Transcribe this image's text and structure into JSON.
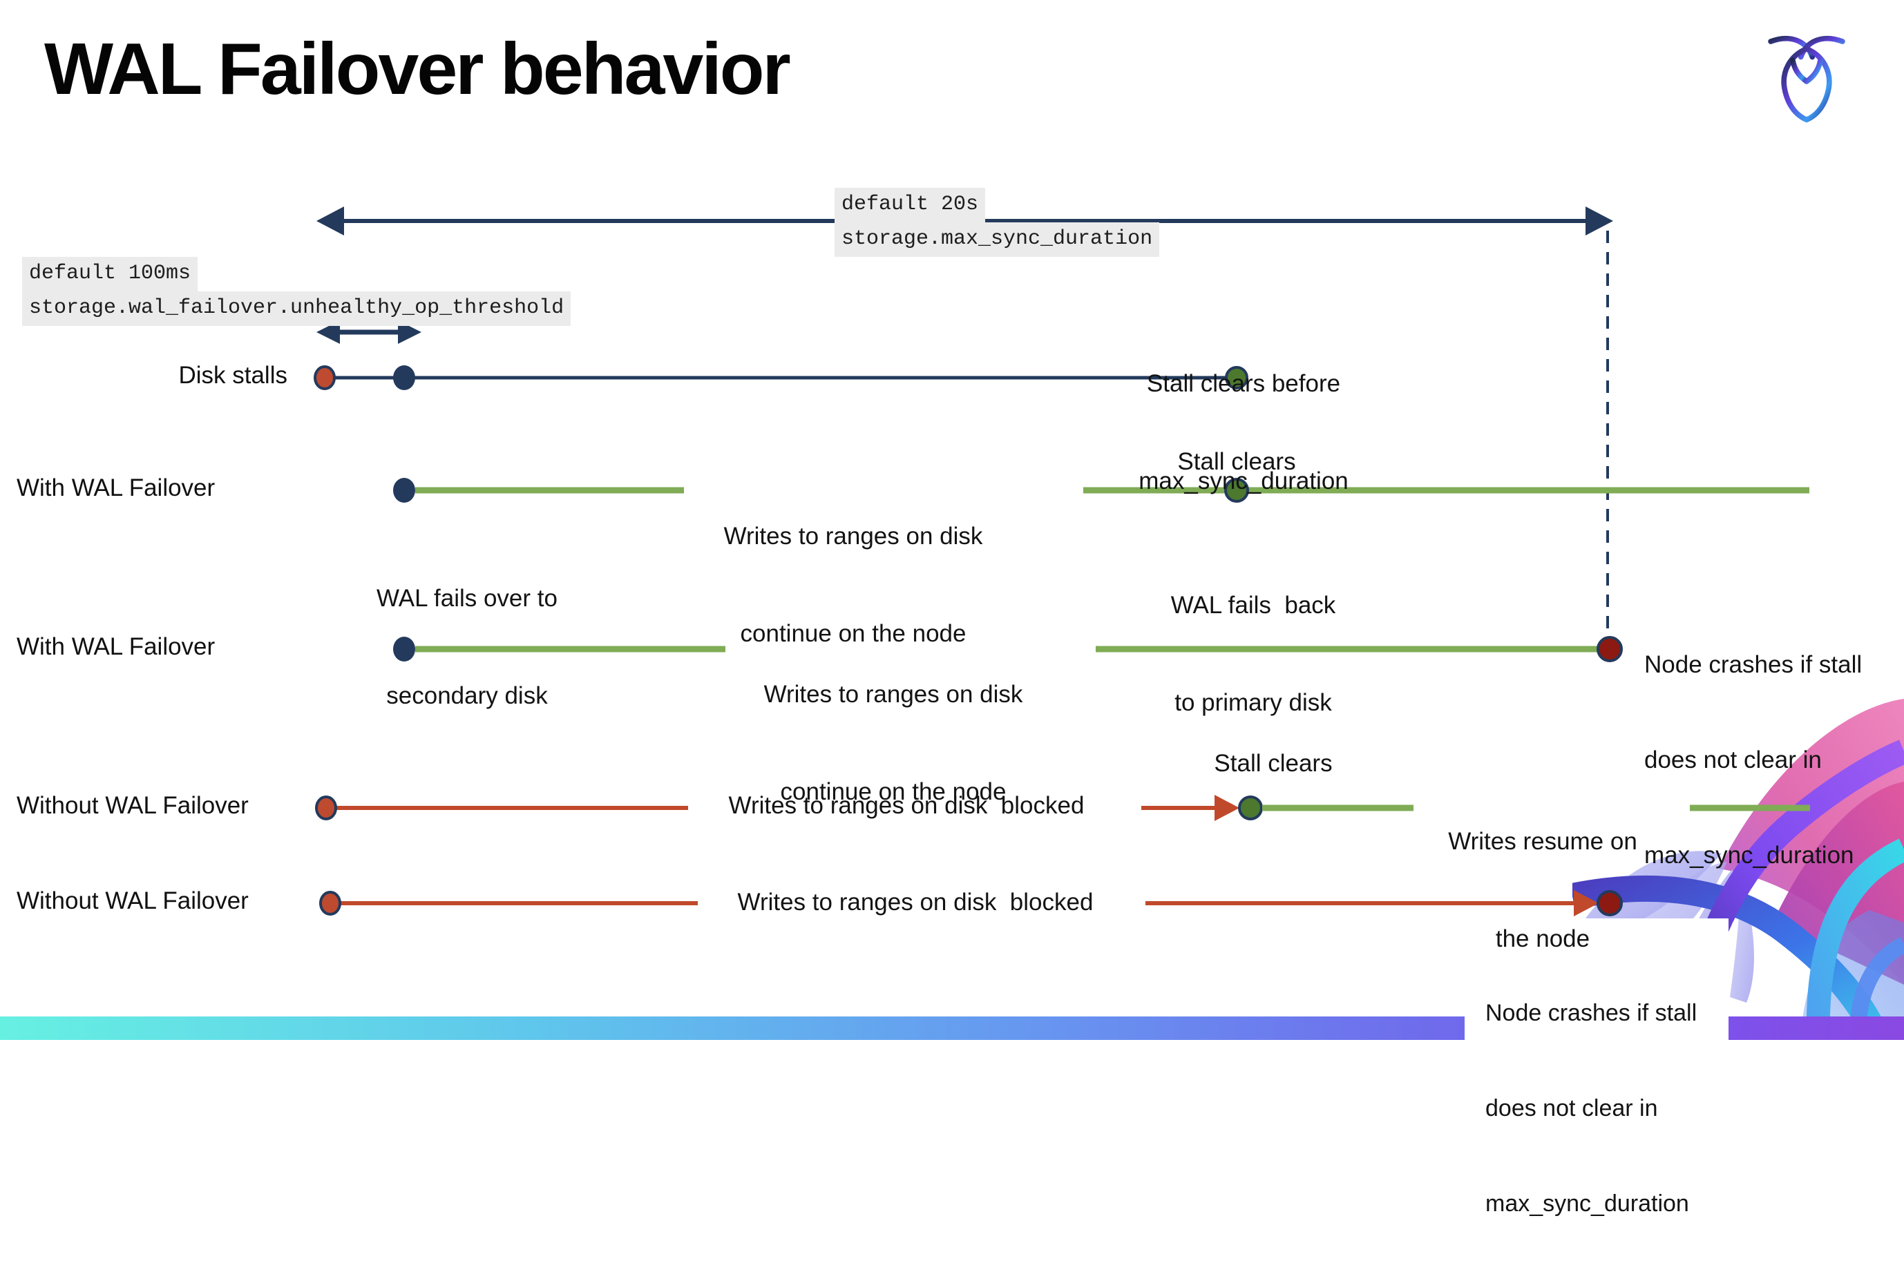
{
  "slide": {
    "title": "WAL Failover behavior",
    "logo_name": "cockroachdb-logo"
  },
  "settings": {
    "max_sync_duration": {
      "default_label": "default 20s",
      "setting_name": "storage.max_sync_duration"
    },
    "unhealthy_op_threshold": {
      "default_label": "default 100ms",
      "setting_name": "storage.wal_failover.unhealthy_op_threshold"
    }
  },
  "rows": [
    {
      "label": "Disk stalls"
    },
    {
      "label": "With WAL Failover"
    },
    {
      "label": "With WAL Failover"
    },
    {
      "label": "Without WAL Failover"
    },
    {
      "label": "Without WAL Failover"
    }
  ],
  "annotations": {
    "stall_clears_before_line1": "Stall clears before",
    "stall_clears_before_line2": "max_sync_duration",
    "stall_clears": "Stall clears",
    "writes_continue_line1": "Writes to ranges on disk",
    "writes_continue_line2": "continue on the node",
    "wal_fails_over_line1": "WAL fails over to",
    "wal_fails_over_line2": "secondary disk",
    "wal_fails_back_line1": "WAL fails  back",
    "wal_fails_back_line2": "to primary disk",
    "node_crashes_line1": "Node crashes if stall",
    "node_crashes_line2": "does not clear in",
    "node_crashes_line3": "max_sync_duration",
    "writes_blocked": "Writes to ranges on disk  blocked",
    "writes_resume_line1": "Writes resume on",
    "writes_resume_line2": "the node"
  },
  "colors": {
    "navy": "#233a5c",
    "green_line": "#7fac55",
    "green_dot": "#4c792e",
    "red_line": "#c0492b",
    "red_dot": "#be4a30",
    "crash_red": "#8c1a12",
    "code_bg": "#ebebeb",
    "bar_left": "#66f0e2",
    "bar_mid": "#6795f0",
    "bar_right": "#8a49e2"
  }
}
